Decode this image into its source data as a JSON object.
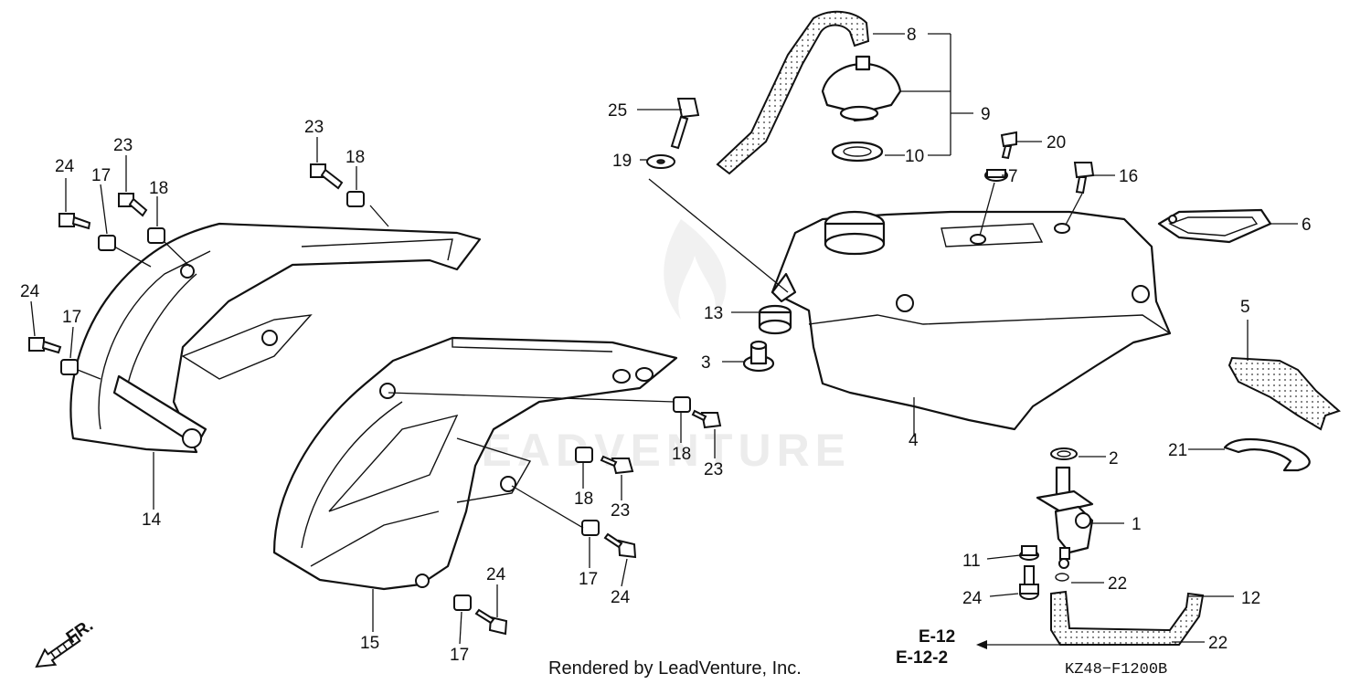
{
  "watermark": "LEADVENTURE",
  "direction_label": "FR.",
  "footer": {
    "rendered_by": "Rendered by LeadVenture, Inc.",
    "diagram_code": "KZ48−F1200B"
  },
  "references": [
    "E-12",
    "E-12-2"
  ],
  "callouts": {
    "c1": "1",
    "c2": "2",
    "c3": "3",
    "c4": "4",
    "c5": "5",
    "c6": "6",
    "c7": "7",
    "c8": "8",
    "c9": "9",
    "c10": "10",
    "c11": "11",
    "c12": "12",
    "c13": "13",
    "c14": "14",
    "c15": "15",
    "c16": "16",
    "c17a": "17",
    "c17b": "17",
    "c17c": "17",
    "c17d": "17",
    "c18a": "18",
    "c18b": "18",
    "c18c": "18",
    "c18d": "18",
    "c19": "19",
    "c20": "20",
    "c21": "21",
    "c22a": "22",
    "c22b": "22",
    "c23a": "23",
    "c23b": "23",
    "c23c": "23",
    "c23d": "23",
    "c24a": "24",
    "c24b": "24",
    "c24c": "24",
    "c24d": "24",
    "c24e": "24",
    "c25": "25"
  },
  "colors": {
    "line": "#111111",
    "background": "#ffffff",
    "watermark": "#ececec"
  }
}
